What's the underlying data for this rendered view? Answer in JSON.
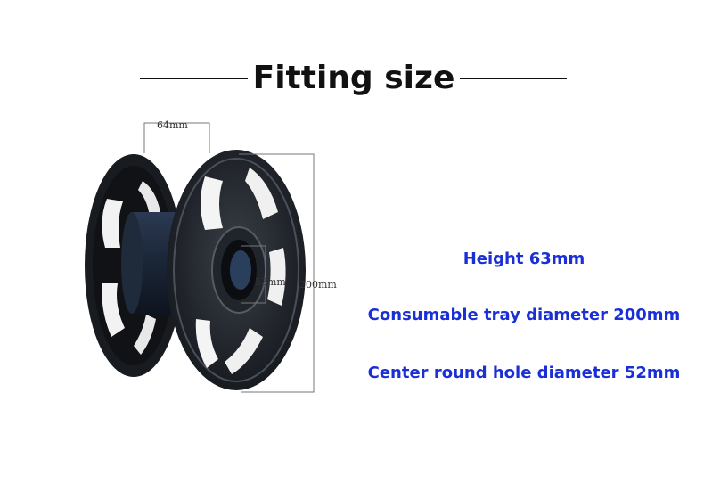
{
  "title": "Fitting size",
  "dimensions": {
    "width_label": "64mm",
    "hole_label": "53mm",
    "diameter_label": "200mm"
  },
  "specs": {
    "height": "Height 63mm",
    "tray_diameter": "Consumable tray diameter 200mm",
    "hole_diameter": "Center round hole diameter 52mm"
  },
  "colors": {
    "spec_text": "#1a2fd6",
    "title_text": "#111111",
    "spool": "#1b1f26"
  }
}
